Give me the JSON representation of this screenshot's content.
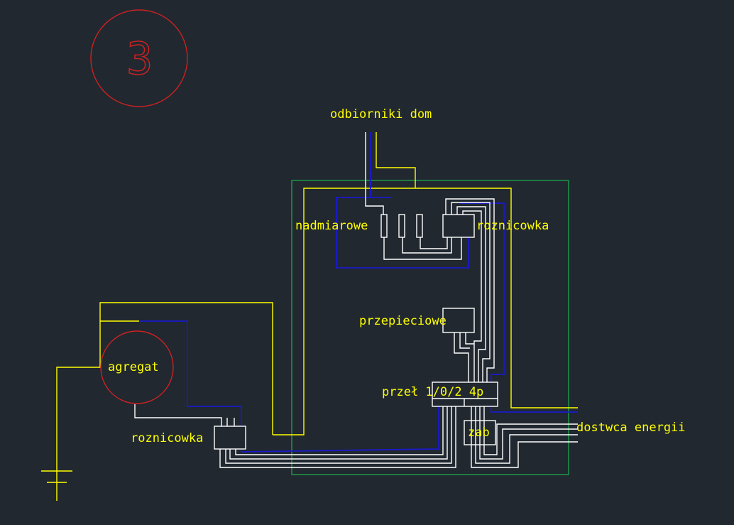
{
  "diagram": {
    "sheet_number": "3",
    "labels": {
      "odbiorniki": "odbiorniki dom",
      "nadmiarowe": "nadmiarowe",
      "roznicowka_top": "roznicowka",
      "przepieciowe": "przepieciowe",
      "przel": "przeł 1/0/2 4p",
      "zab": "zab",
      "dostawca": "dostwca energii",
      "agregat": "agregat",
      "roznicowka_bottom": "roznicowka"
    },
    "colors": {
      "background": "#212830",
      "label": "#ffff00",
      "wire_white": "#ffffff",
      "wire_yellow": "#ffff00",
      "wire_blue": "#1a1acc",
      "enclosure_green": "#1f9e4a",
      "marker_red": "#cc2222"
    }
  }
}
